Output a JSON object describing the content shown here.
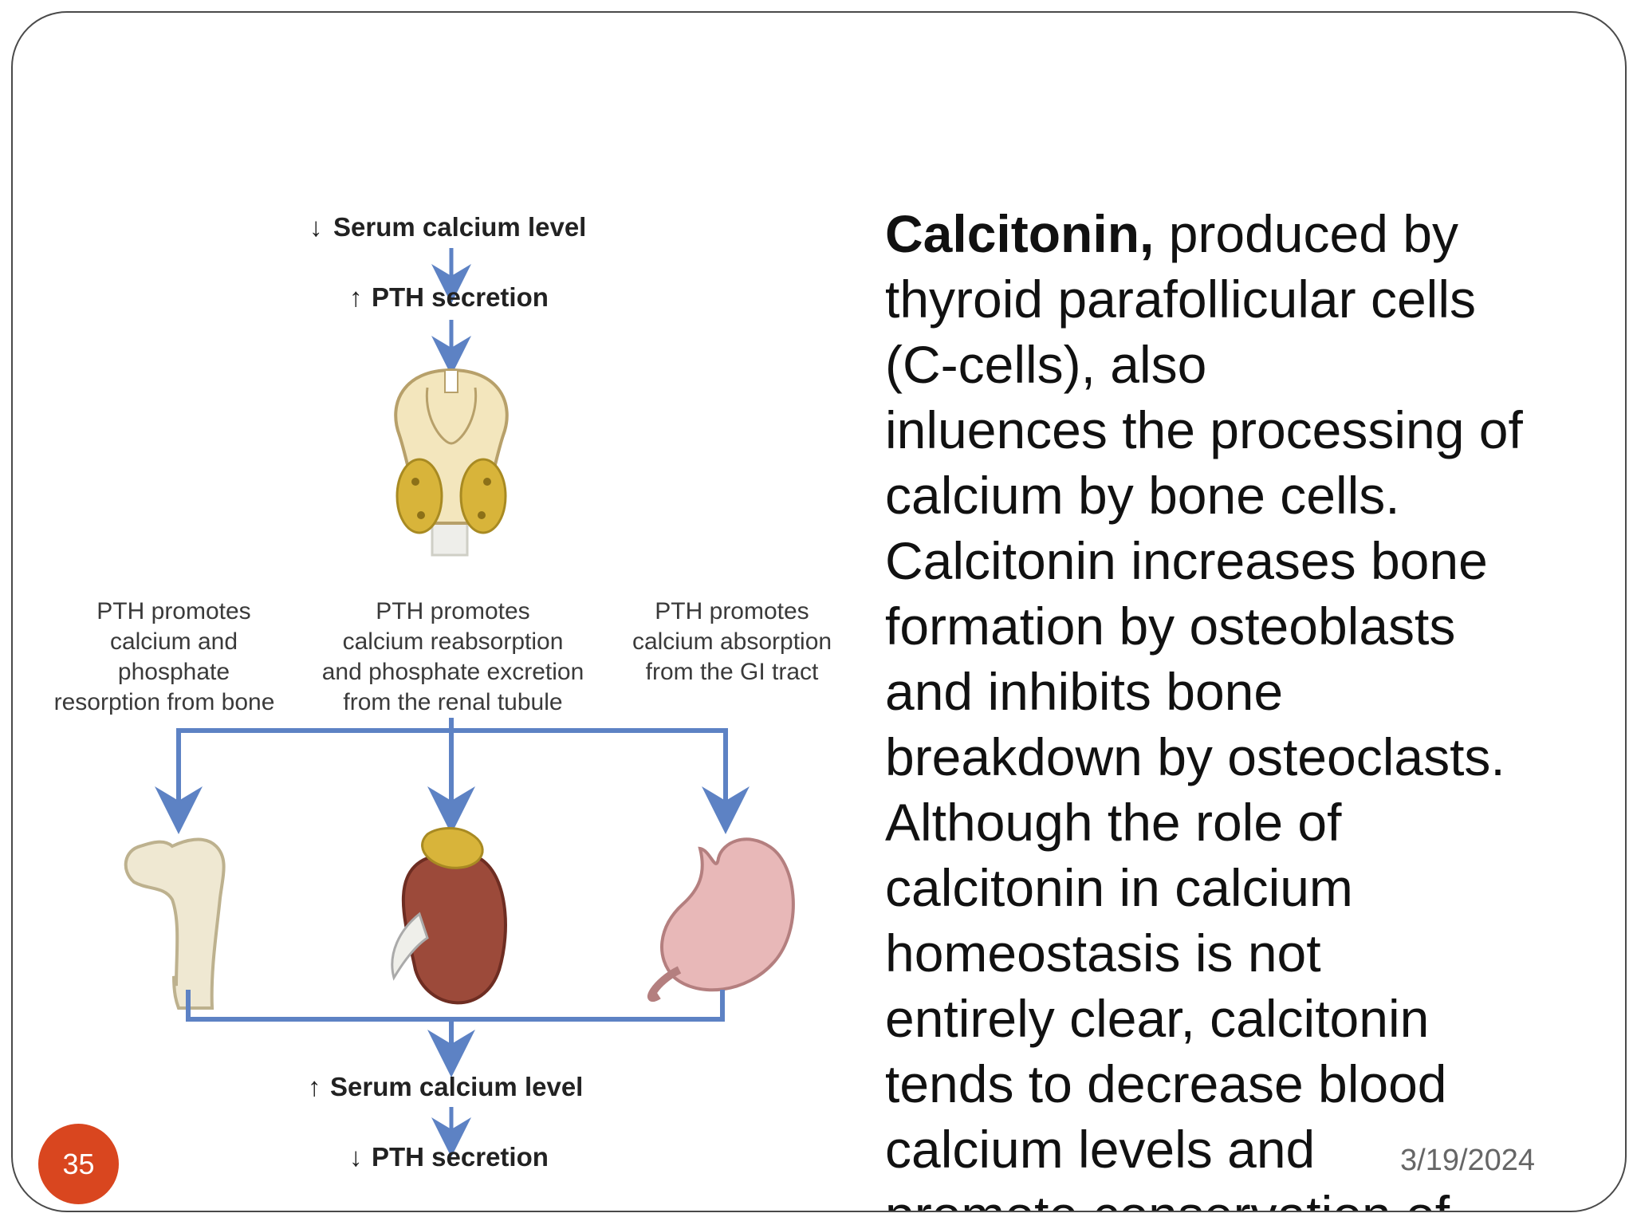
{
  "slide": {
    "number": "35",
    "date": "3/19/2024"
  },
  "diagram": {
    "top_arrow_1": "↓",
    "top_level": "Serum calcium level",
    "top_arrow_2": "↑",
    "top_secretion": "PTH secretion",
    "left_lines": [
      "PTH promotes",
      "calcium and",
      "phosphate",
      "resorption from bone"
    ],
    "middle_lines": [
      "PTH promotes",
      "calcium reabsorption",
      "and phosphate excretion",
      "from the renal tubule"
    ],
    "right_lines": [
      "PTH promotes",
      "calcium absorption",
      "from the GI tract"
    ],
    "bottom_arrow_1": "↑",
    "bottom_level": "Serum calcium level",
    "bottom_arrow_2": "↓",
    "bottom_secretion": "PTH secretion",
    "colors": {
      "arrow": "#5d82c4",
      "gland": "#f3e6bd",
      "parathyroid": "#d8b43a",
      "bone": "#efe8d2",
      "kidney": "#9c4a3a",
      "stomach": "#e8b8b8"
    }
  },
  "text": {
    "bold_term": "Calcitonin,",
    "lines": [
      " produced by",
      "thyroid parafollicular cells",
      "(C-cells), also",
      "inluences the processing of",
      "calcium by bone cells.",
      "Calcitonin increases bone",
      "formation by osteoblasts",
      "and inhibits bone",
      "breakdown by osteoclasts.",
      "Although the role of",
      "calcitonin in calcium",
      "homeostasis is not",
      "entirely clear, calcitonin",
      "tends to decrease blood",
      "calcium levels and",
      "promote conservation of"
    ]
  }
}
